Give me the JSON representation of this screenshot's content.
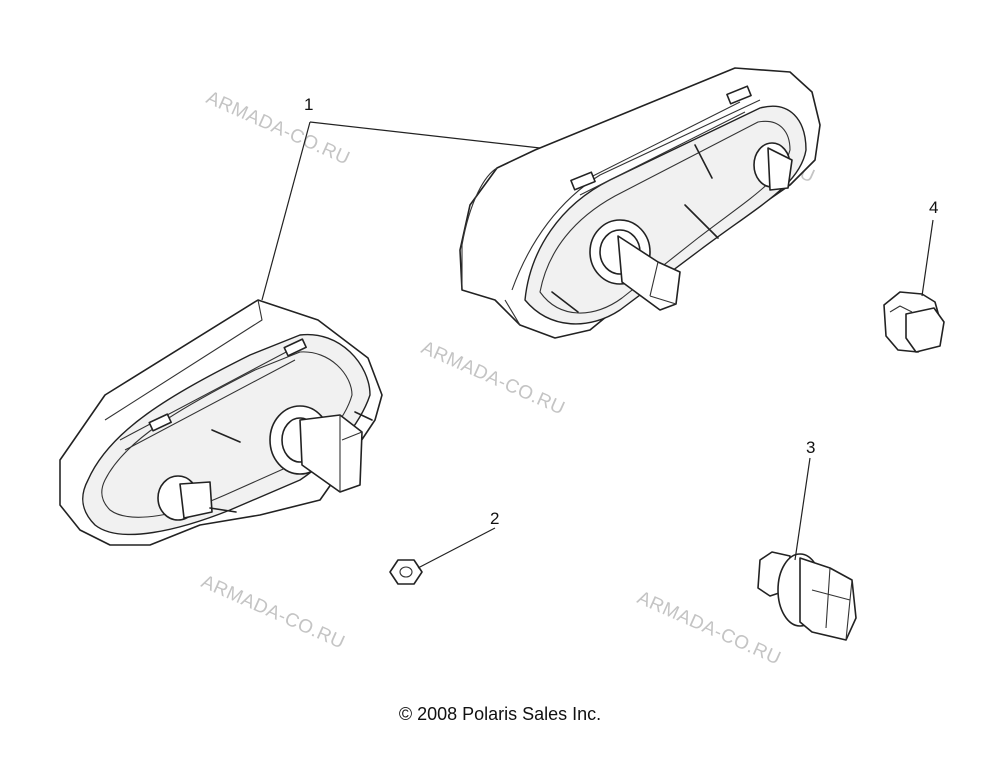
{
  "callouts": {
    "c1": "1",
    "c2": "2",
    "c3": "3",
    "c4": "4"
  },
  "watermark": "ARMADA-CO.RU",
  "copyright": "© 2008 Polaris Sales Inc."
}
